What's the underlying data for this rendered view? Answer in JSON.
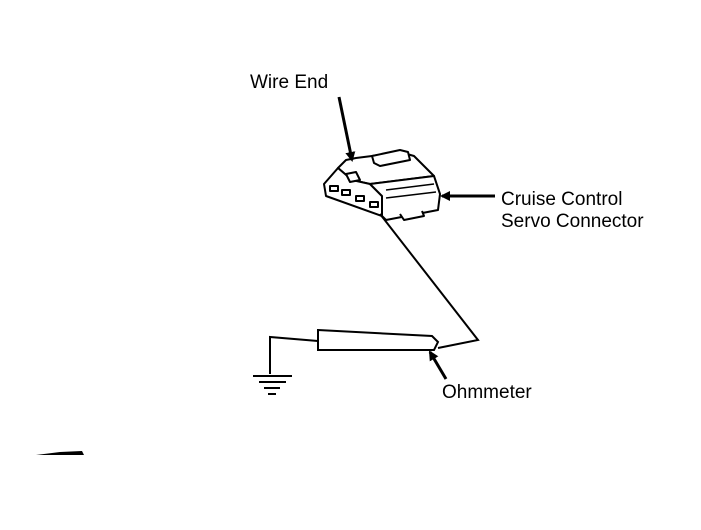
{
  "labels": {
    "wire_end": "Wire End",
    "servo_connector_line1": "Cruise Control",
    "servo_connector_line2": "Servo Connector",
    "ohmmeter": "Ohmmeter"
  },
  "colors": {
    "ink": "#000000",
    "paper": "#ffffff"
  },
  "icons": {
    "ground": "ground-symbol-icon",
    "arrow": "arrow-icon"
  }
}
